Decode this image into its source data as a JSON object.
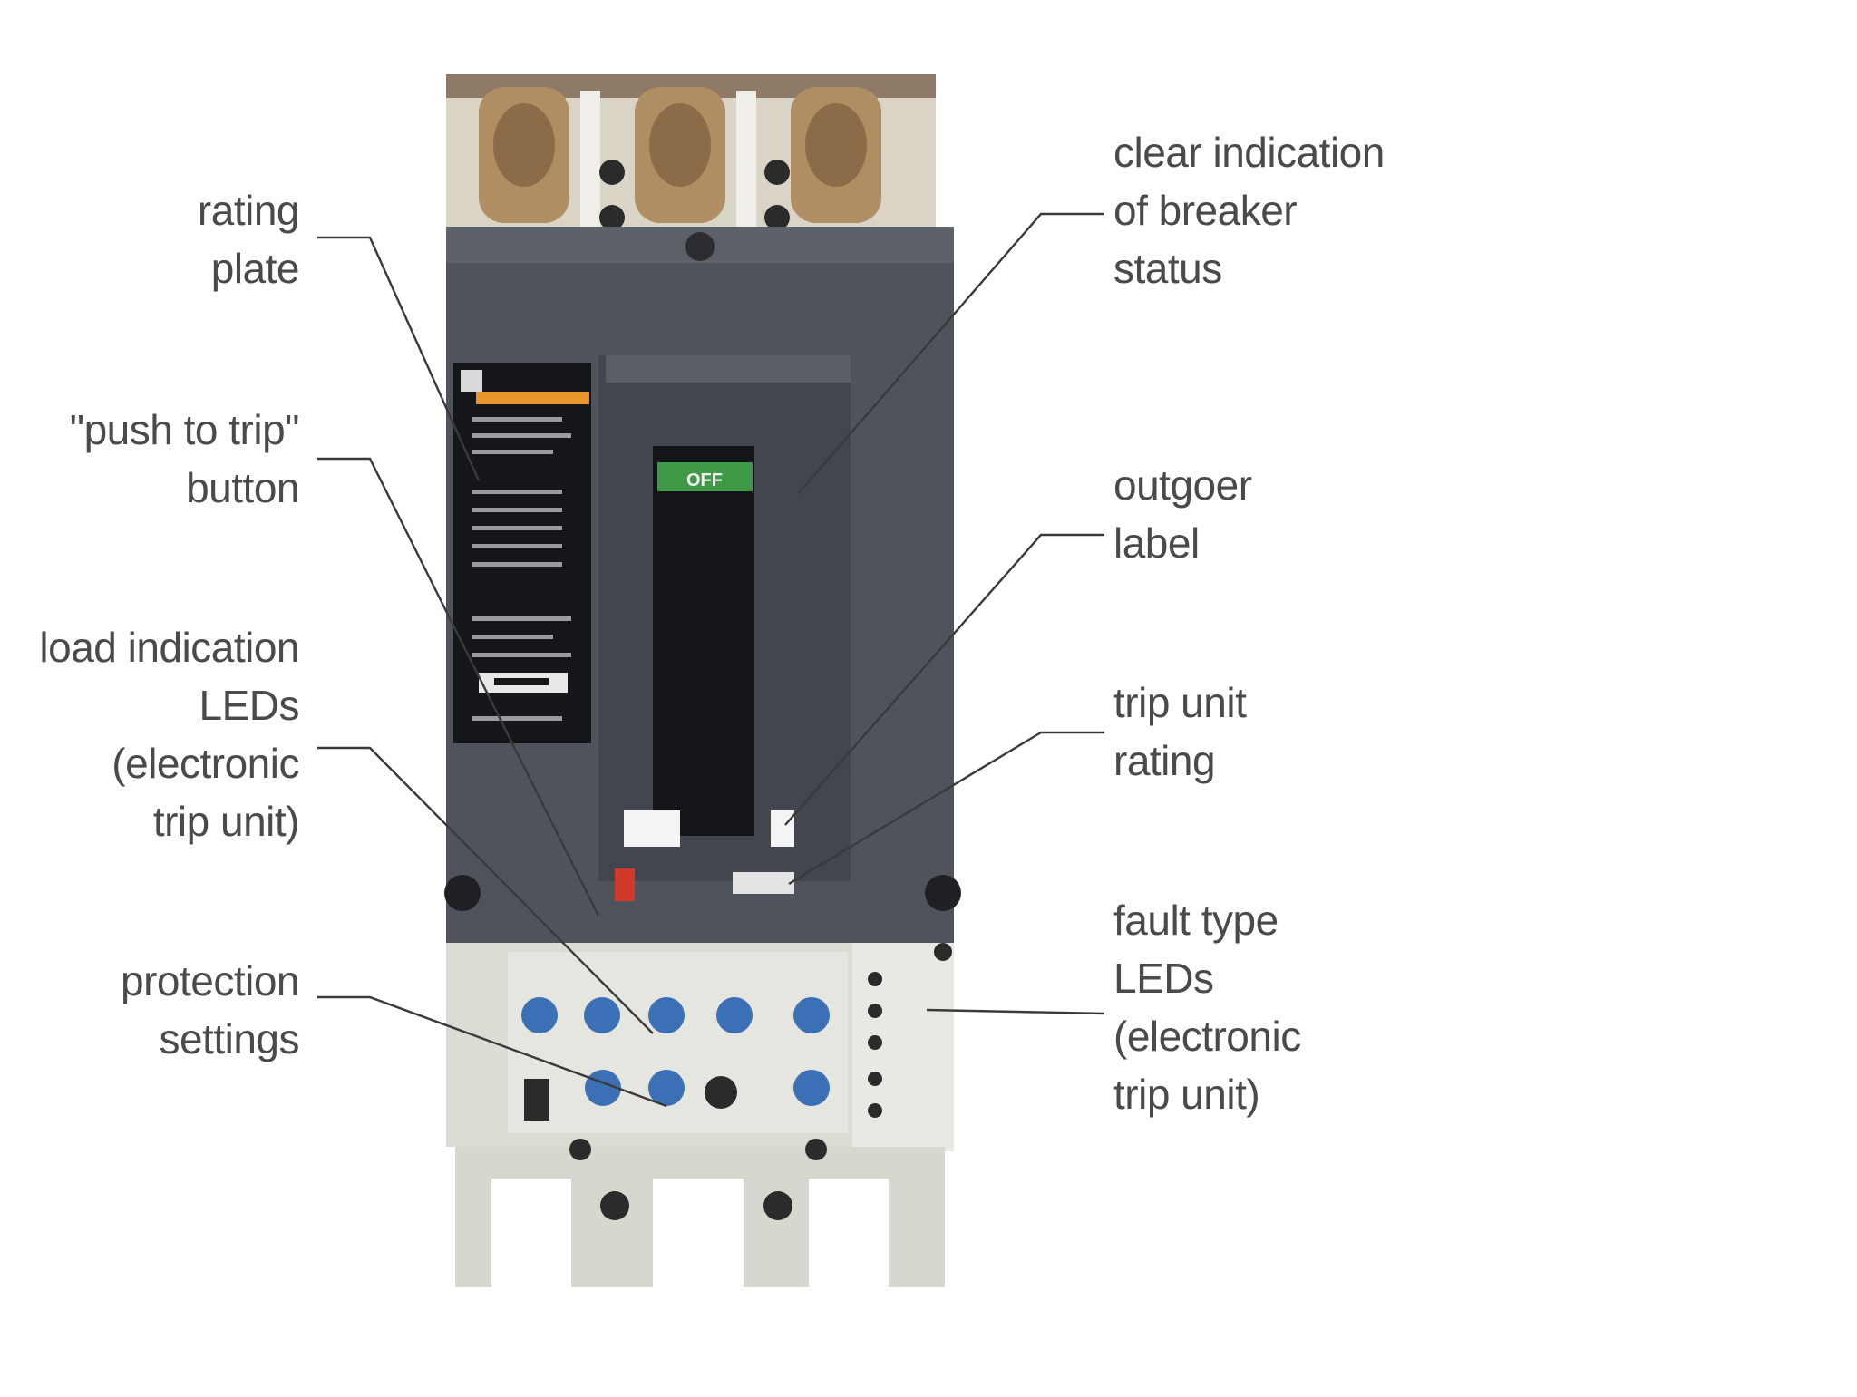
{
  "callouts": {
    "rating_plate": [
      "rating",
      "plate"
    ],
    "push_to_trip": [
      "\"push to trip\"",
      "button"
    ],
    "load_leds": [
      "load indication",
      "LEDs",
      "(electronic",
      "trip unit)"
    ],
    "protection_settings": [
      "protection",
      "settings"
    ],
    "breaker_status": [
      "clear indication",
      "of breaker",
      "status"
    ],
    "outgoer_label": [
      "outgoer",
      "label"
    ],
    "trip_unit_rating": [
      "trip unit",
      "rating"
    ],
    "fault_leds": [
      "fault type",
      "LEDs",
      "(electronic",
      "trip unit)"
    ]
  },
  "breaker": {
    "status_window_text": "OFF"
  },
  "colors": {
    "label_text": "#4a4a4a",
    "leader_line": "#3a3a3a",
    "body_dark": "#4f535c",
    "frame_light": "#d7d8d0",
    "status_green": "#3f9a48",
    "plate_orange": "#e8962a",
    "trip_button_red": "#d13a2a",
    "dial_blue": "#3b6fb6"
  }
}
